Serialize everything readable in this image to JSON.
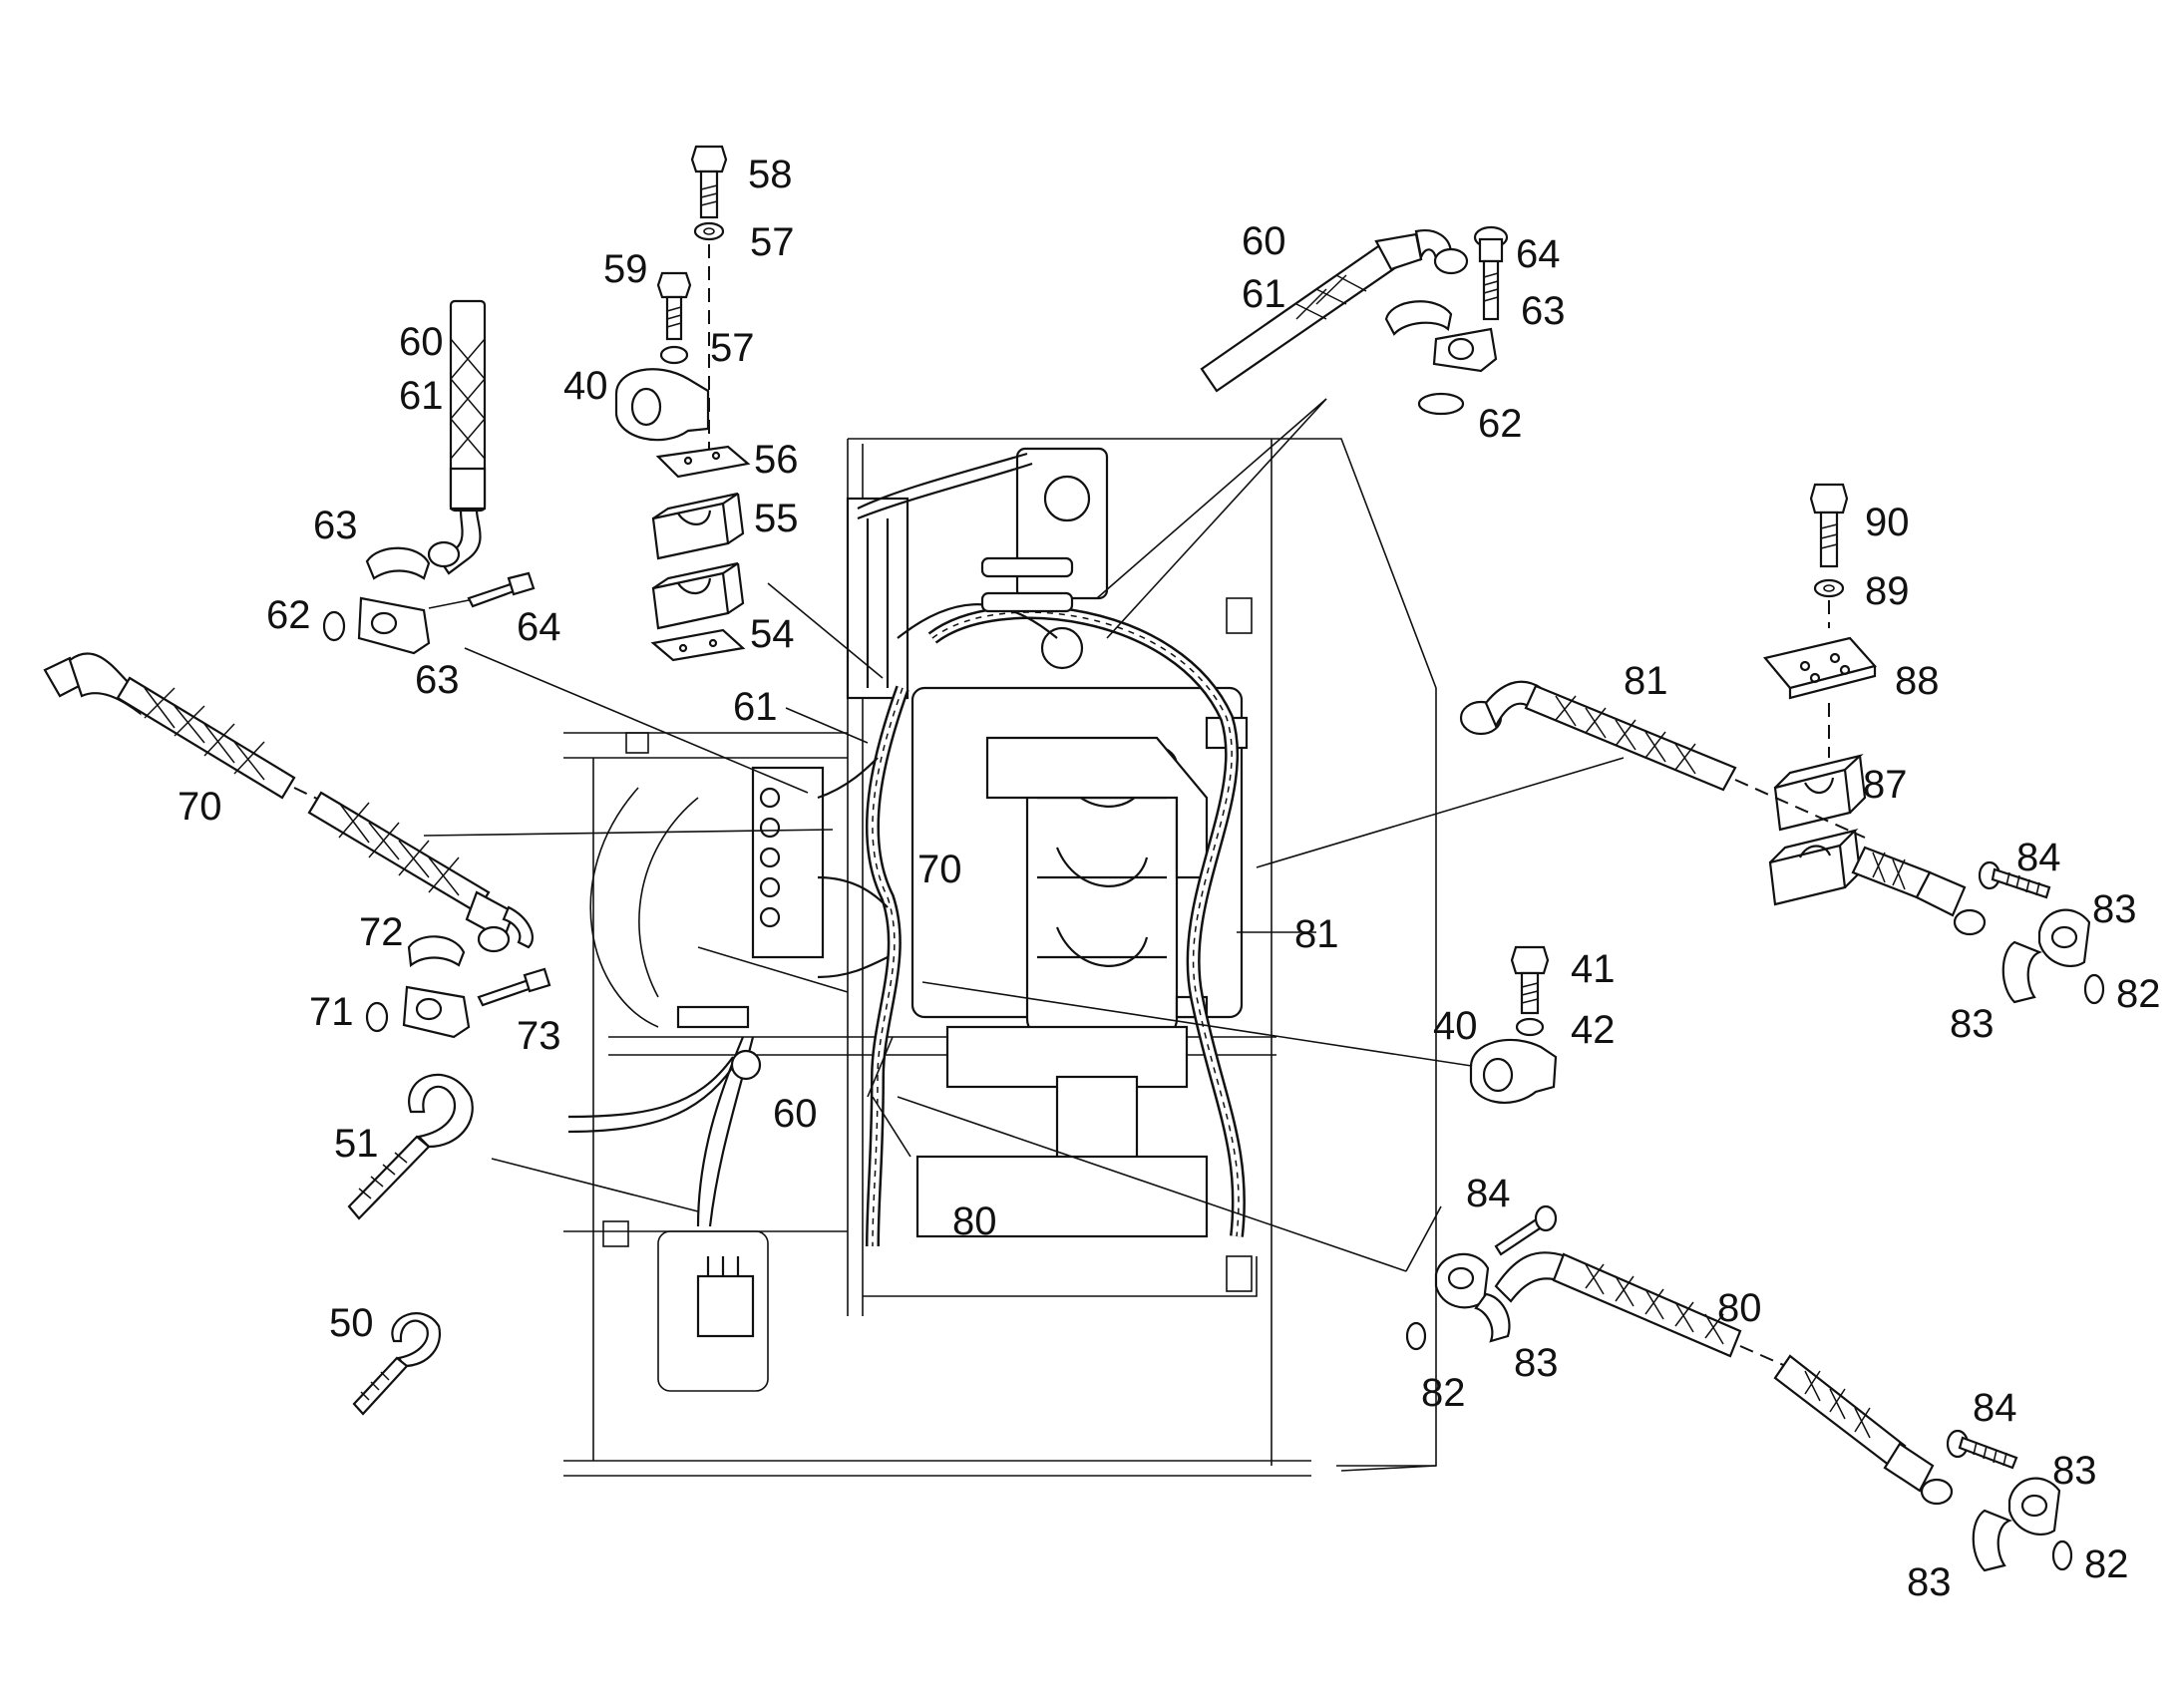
{
  "labels": {
    "l58": "58",
    "l57a": "57",
    "l59": "59",
    "l57b": "57",
    "l40a": "40",
    "l56": "56",
    "l55": "55",
    "l54": "54",
    "l60a": "60",
    "l61a": "61",
    "l63a": "63",
    "l62a": "62",
    "l64a": "64",
    "l63b": "63",
    "l70a": "70",
    "l61b": "61",
    "l70b": "70",
    "l72": "72",
    "l71": "71",
    "l73": "73",
    "l51": "51",
    "l50": "50",
    "l60c": "60",
    "l80a": "80",
    "l60b": "60",
    "l61c": "61",
    "l64b": "64",
    "l63c": "63",
    "l62b": "62",
    "l90": "90",
    "l89": "89",
    "l88": "88",
    "l87": "87",
    "l81a": "81",
    "l81b": "81",
    "l84a": "84",
    "l83a": "83",
    "l82a": "82",
    "l83b": "83",
    "l41": "41",
    "l42": "42",
    "l40b": "40",
    "l84b": "84",
    "l80b": "80",
    "l82b": "82",
    "l83c": "83",
    "l84c": "84",
    "l83d": "83",
    "l82c": "82",
    "l83e": "83"
  }
}
